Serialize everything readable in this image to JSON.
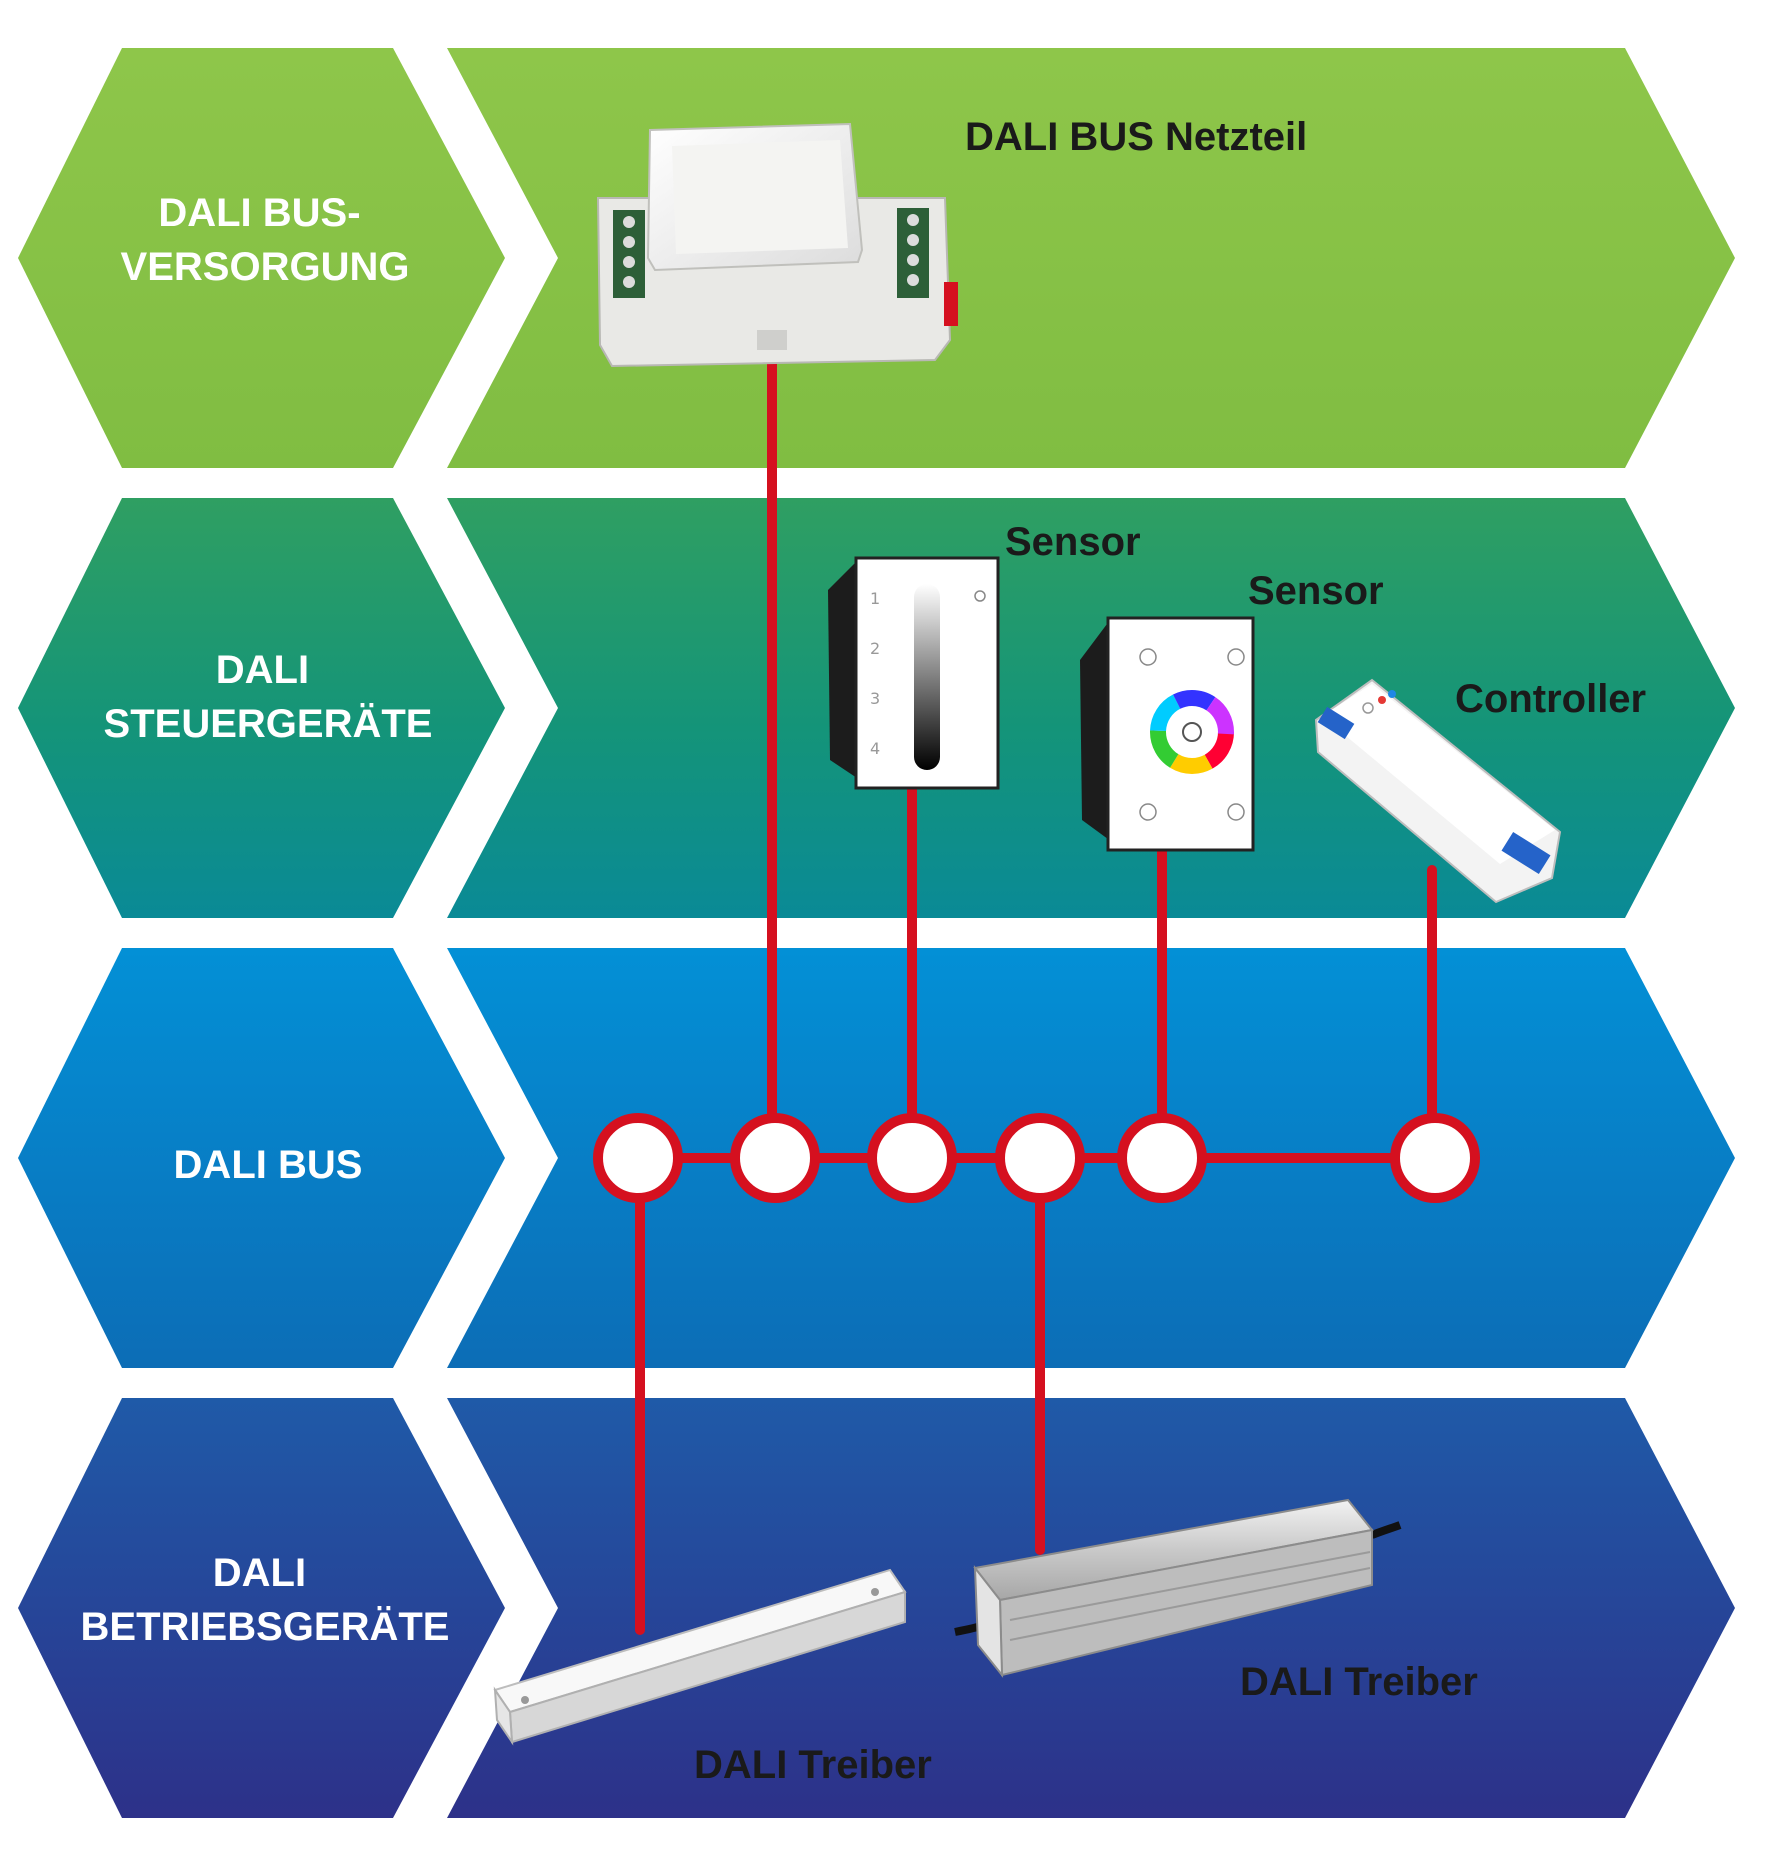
{
  "bands": [
    {
      "id": "versorgung",
      "title_lines": [
        "DALI BUS-",
        "VERSORGUNG"
      ]
    },
    {
      "id": "steuergeraete",
      "title_lines": [
        "DALI",
        "STEUERGERÄTE"
      ]
    },
    {
      "id": "bus",
      "title_lines": [
        "DALI BUS"
      ]
    },
    {
      "id": "betriebsgeraete",
      "title_lines": [
        "DALI",
        "BETRIEBSGERÄTE"
      ]
    }
  ],
  "devices": {
    "netzteil": "DALI BUS Netzteil",
    "sensor1": "Sensor",
    "sensor2": "Sensor",
    "controller": "Controller",
    "treiber1": "DALI Treiber",
    "treiber2": "DALI Treiber"
  },
  "colors": {
    "green_light": "#8bc34a",
    "green_dark": "#1a9a6c",
    "teal": "#0f8f8f",
    "blue": "#0088d1",
    "blue_dark": "#0f66b3",
    "navy": "#1f4fa3",
    "indigo": "#2b3590",
    "wire": "#d5101f"
  },
  "dimmer_numbers": [
    "1",
    "2",
    "3",
    "4"
  ]
}
